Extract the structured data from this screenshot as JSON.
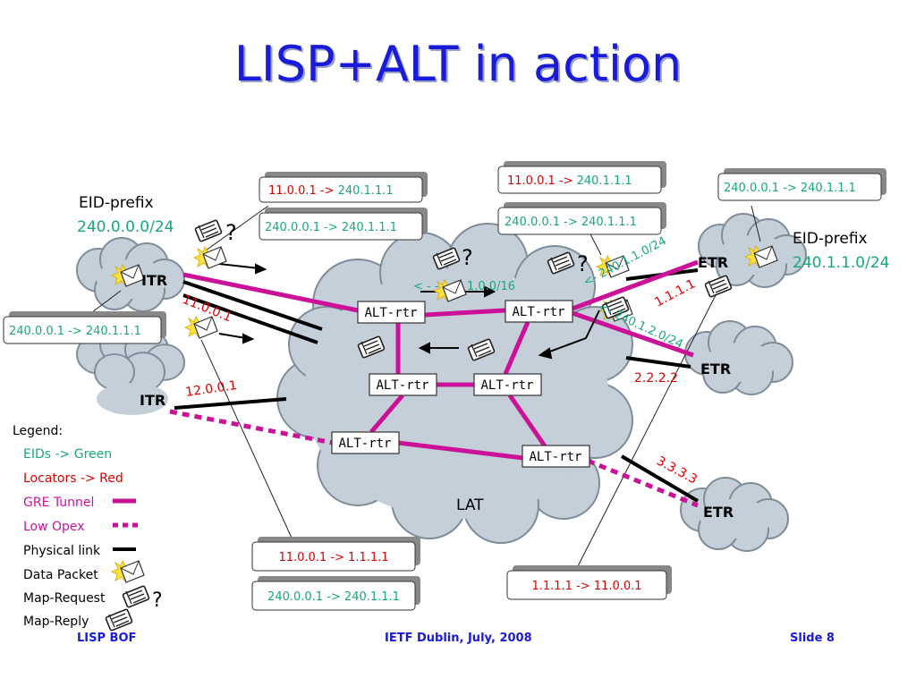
{
  "title": "LISP+ALT in action",
  "colors": {
    "eid": "#1aa87a",
    "locator": "#e00000",
    "tunnel": "#cc1199",
    "physical": "#000000",
    "title": "#1a1ad9",
    "cloud_fill": "#c5cfd9",
    "cloud_stroke": "#7f8c99"
  },
  "left_site": {
    "label": "EID-prefix",
    "prefix": "240.0.0.0/24",
    "itr_label": "ITR",
    "locator": "11.0.0.1",
    "question": "?",
    "mapping_box": "240.0.0.1 -> 240.1.1.1"
  },
  "left_site_2": {
    "itr_label": "ITR",
    "locator": "12.0.0.1"
  },
  "right_site": {
    "label": "EID-prefix",
    "prefix": "240.1.1.0/24",
    "etr_label": "ETR",
    "locator": "1.1.1.1",
    "mapping_box": "240.0.0.1 -> 240.1.1.1"
  },
  "etr2": {
    "label": "ETR",
    "locator": "2.2.2.2"
  },
  "etr3": {
    "label": "ETR",
    "locator": "3.3.3.3"
  },
  "center_cloud": {
    "label": "LAT",
    "routers": [
      "ALT-rtr",
      "ALT-rtr",
      "ALT-rtr",
      "ALT-rtr",
      "ALT-rtr",
      "ALT-rtr"
    ],
    "adv_left": "< - -",
    "adv_left_prefix": "1.0.0/16",
    "question": "?"
  },
  "announcements": {
    "upper": "<- 240.1.1.0/24",
    "lower": "<- 240.1.2.0/24"
  },
  "packet_boxes": {
    "top_left": {
      "outer_src": "11.0.0.1",
      "arrow": "->",
      "outer_dst": "240.1.1.1",
      "inner": "240.0.0.1 -> 240.1.1.1"
    },
    "top_center": {
      "outer_src": "11.0.0.1",
      "arrow": "->",
      "outer_dst": "240.1.1.1",
      "inner": "240.0.0.1 -> 240.1.1.1",
      "question": "?"
    },
    "bottom_left": {
      "outer": "11.0.0.1 -> 1.1.1.1",
      "inner": "240.0.0.1 -> 240.1.1.1"
    },
    "bottom_right": {
      "outer": "1.1.1.1 -> 11.0.0.1"
    }
  },
  "legend": {
    "title": "Legend:",
    "eids": "EIDs -> Green",
    "locators": "Locators -> Red",
    "gre": "GRE Tunnel",
    "low_opex": "Low Opex",
    "physical": "Physical link",
    "data_packet": "Data Packet",
    "map_request": "Map-Request",
    "map_request_q": "?",
    "map_reply": "Map-Reply"
  },
  "footer": {
    "left": "LISP BOF",
    "center": "IETF Dublin, July, 2008",
    "right": "Slide 8"
  }
}
